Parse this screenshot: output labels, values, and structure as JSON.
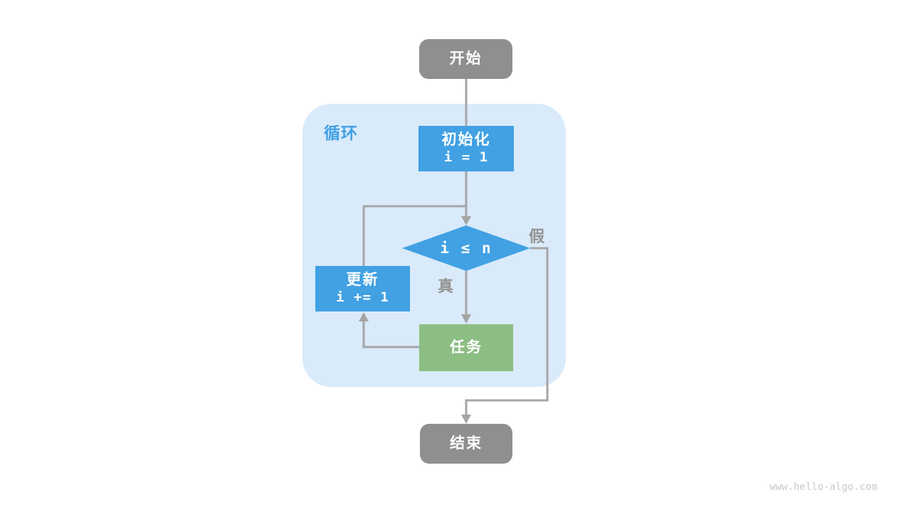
{
  "diagram": {
    "title_context": "loop flowchart",
    "loop_container": {
      "label": "循环"
    },
    "nodes": {
      "start": {
        "label": "开始"
      },
      "init": {
        "label": "初始化",
        "code": "i = 1"
      },
      "condition": {
        "code": "i ≤ n"
      },
      "update": {
        "label": "更新",
        "code": "i += 1"
      },
      "task": {
        "label": "任务"
      },
      "end": {
        "label": "结束"
      }
    },
    "edge_labels": {
      "true": "真",
      "false": "假"
    },
    "edges": [
      {
        "from": "start",
        "to": "init"
      },
      {
        "from": "init",
        "to": "condition"
      },
      {
        "from": "condition",
        "to": "task",
        "label": "真"
      },
      {
        "from": "task",
        "to": "update"
      },
      {
        "from": "update",
        "to": "condition"
      },
      {
        "from": "condition",
        "to": "end",
        "label": "假"
      }
    ],
    "colors": {
      "terminal_gray": "#8f8f8f",
      "accent_blue": "#41a1e3",
      "container_light_blue": "#d9eafa",
      "task_green": "#8cbe83",
      "connector_gray": "#a5a5a5",
      "branch_label_gray": "#939393",
      "watermark_gray": "#c9c9c9"
    }
  },
  "watermark": "www.hello-algo.com"
}
